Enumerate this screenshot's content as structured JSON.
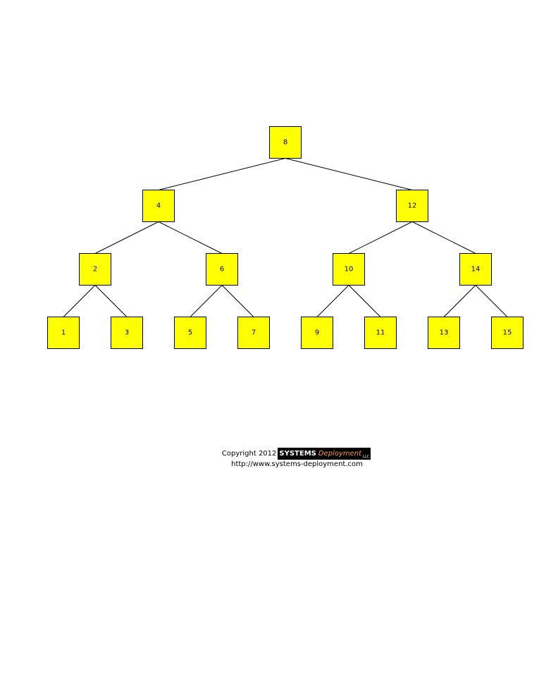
{
  "tree": {
    "node_fill": "#ffff00",
    "node_stroke": "#000000",
    "levels": [
      [
        "8"
      ],
      [
        "4",
        "12"
      ],
      [
        "2",
        "6",
        "10",
        "14"
      ],
      [
        "1",
        "3",
        "5",
        "7",
        "9",
        "11",
        "13",
        "15"
      ]
    ]
  },
  "footer": {
    "copyright": "Copyright 2012",
    "logo_systems": "SYSTEMS",
    "logo_deployment": "Deployment",
    "logo_llc": "LLC",
    "url": "http://www.systems-deployment.com",
    "logo_bg": "#000000",
    "logo_accent": "#ff9a1a"
  }
}
